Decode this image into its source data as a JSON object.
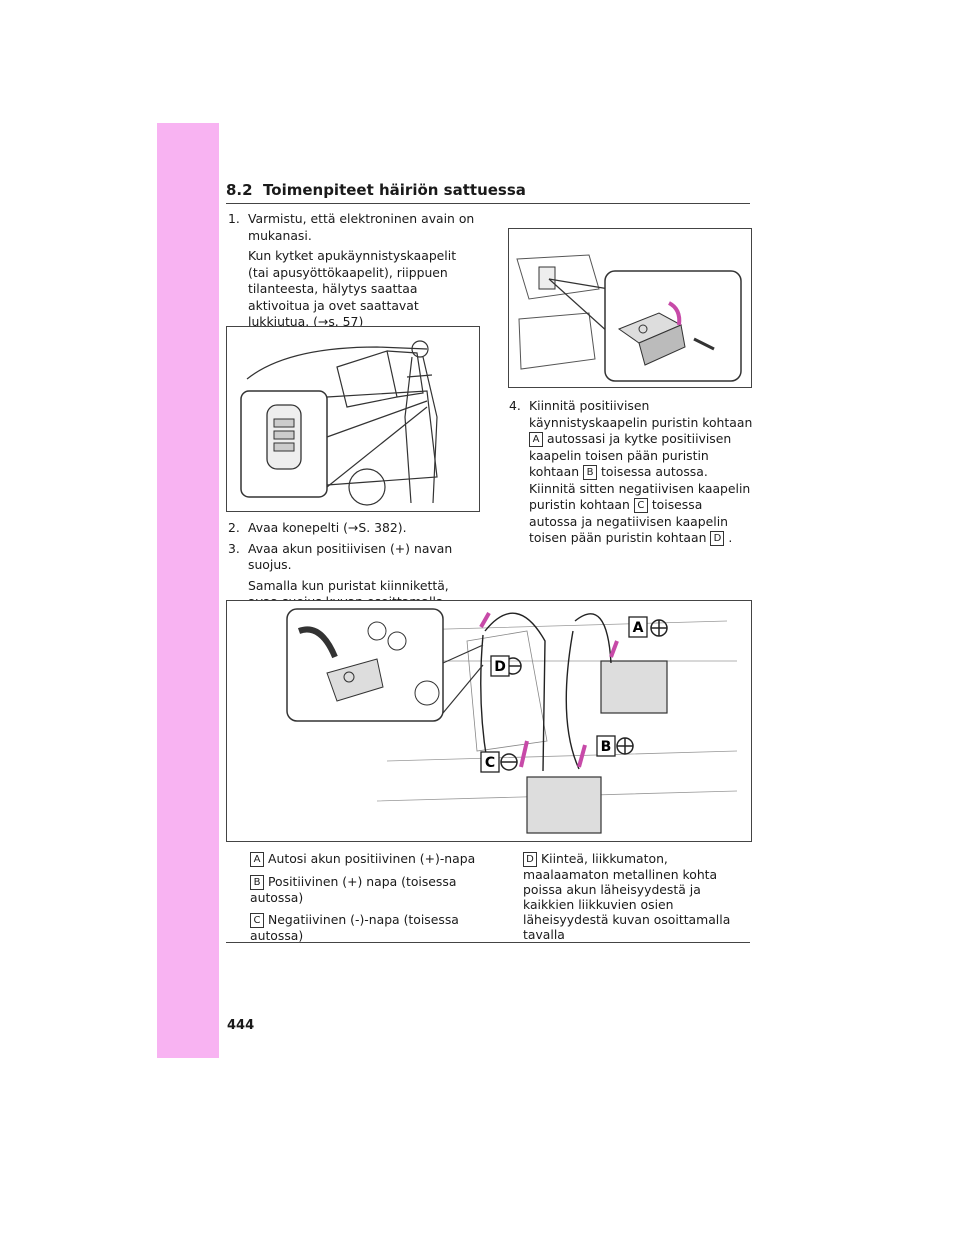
{
  "header": {
    "section": "8.2",
    "title": "Toimenpiteet häiriön sattuessa"
  },
  "page_number": "444",
  "steps": [
    {
      "num": "1.",
      "text": "Varmistu, että elektroninen avain on mukanasi.",
      "note": "Kun kytket apukäynnistyskaapelit (tai apusyöttökaapelit), riippuen tilanteesta, hälytys saattaa aktivoitua ja ovet saattavat lukkiutua. (→s. 57)"
    },
    {
      "num": "2.",
      "text": "Avaa konepelti (→S. 382)."
    },
    {
      "num": "3.",
      "text": "Avaa akun positiivisen (+) navan suojus.",
      "note": "Samalla kun puristat kiinnikettä, avaa suojus kuvan osoittamalla tavalla."
    },
    {
      "num": "4.",
      "text_a": "Kiinnitä positiivisen käynnistyskaapelin puristin kohtaan",
      "text_b": "autossasi ja kytke positiivisen kaapelin toisen pään puristin kohtaan",
      "text_c": "toisessa autossa. Kiinnitä sitten negatiivisen kaapelin puristin kohtaan",
      "text_d": "toisessa autossa ja negatiivisen kaapelin toisen pään puristin kohtaan",
      "text_end": "."
    }
  ],
  "markers": {
    "a": "A",
    "b": "B",
    "c": "C",
    "d": "D"
  },
  "legend": [
    {
      "key": "A",
      "text": "Autosi akun positiivinen (+)-napa"
    },
    {
      "key": "B",
      "text": "Positiivinen (+) napa (toisessa autossa)"
    },
    {
      "key": "C",
      "text": "Negatiivinen (-)-napa (toisessa autossa)"
    },
    {
      "key": "D",
      "text": "Kiinteä, liikkumaton, maalaamaton metallinen kohta poissa akun läheisyydestä ja kaikkien liikkuvien osien läheisyydestä kuvan osoittamalla tavalla"
    }
  ],
  "colors": {
    "side_band": "#f8b3f2"
  }
}
